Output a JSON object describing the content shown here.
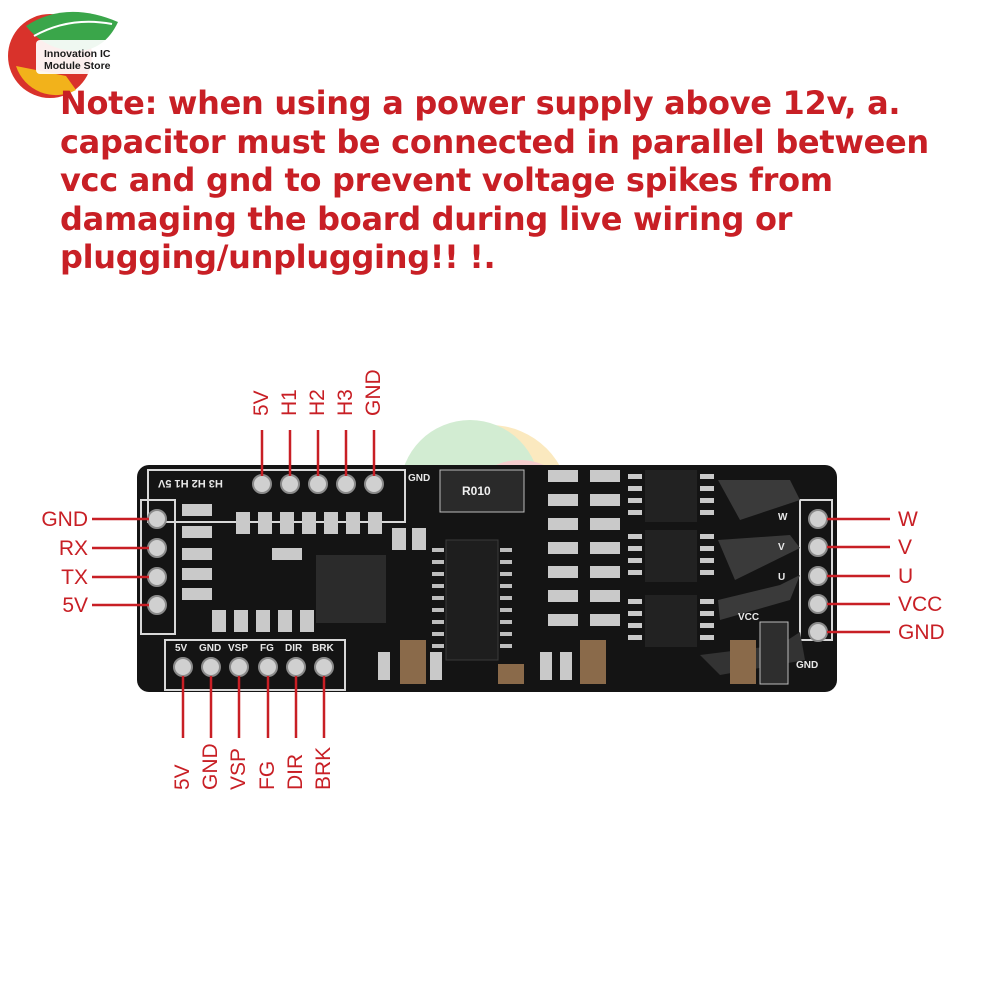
{
  "logo": {
    "line1": "Innovation IC",
    "line2": "Module Store"
  },
  "note": {
    "lines": [
      "Note: when using a power supply above 12v, a.",
      "capacitor must be connected in parallel between",
      "vcc and gnd to prevent voltage spikes from",
      "damaging the board during live wiring or",
      "plugging/unplugging!! !."
    ]
  },
  "pins": {
    "top": [
      "5V",
      "H1",
      "H2",
      "H3",
      "GND"
    ],
    "left": [
      "GND",
      "RX",
      "TX",
      "5V"
    ],
    "bottom": [
      "5V",
      "GND",
      "VSP",
      "FG",
      "DIR",
      "BRK"
    ],
    "right": [
      "W",
      "V",
      "U",
      "VCC",
      "GND"
    ]
  },
  "silkscreen": {
    "top_header": "H3 H2 H1 5V",
    "gnd_top": "GND",
    "resistor": "R010",
    "bottom_header": [
      "5V",
      "GND",
      "VSP",
      "FG",
      "DIR",
      "BRK"
    ],
    "phase": [
      "W",
      "V",
      "U"
    ],
    "vcc": "VCC",
    "gnd_right": "GND"
  },
  "colors": {
    "accent_red": "#c81f25",
    "board": "#141414"
  }
}
